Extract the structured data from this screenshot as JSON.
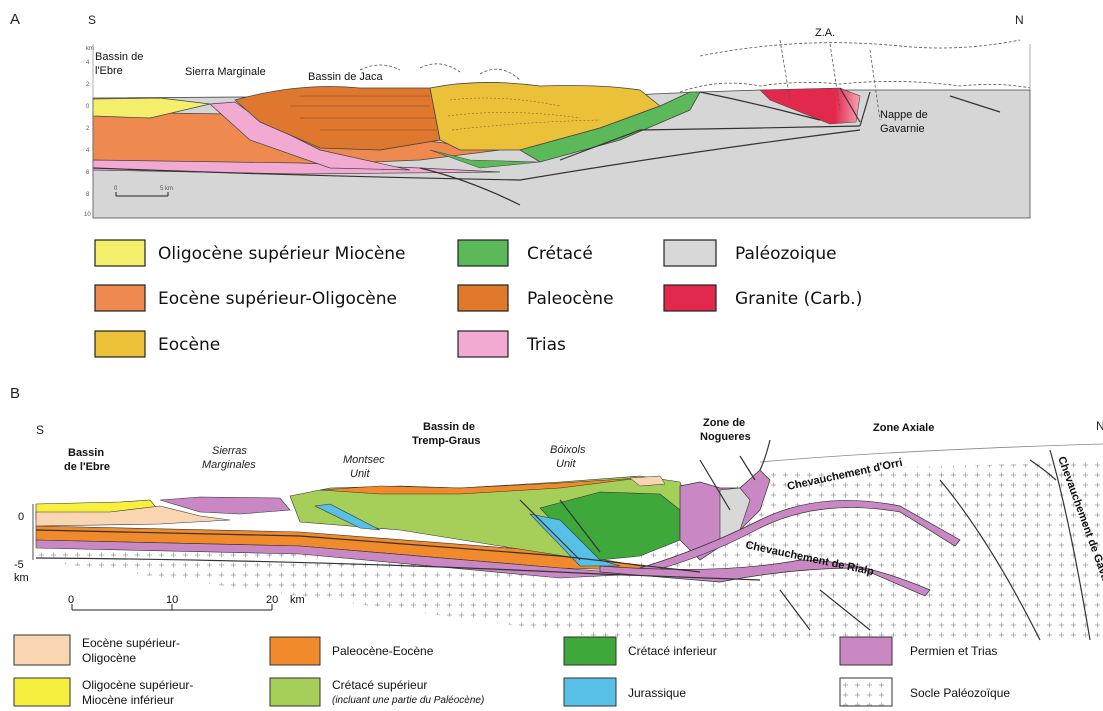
{
  "panelA": {
    "letter": "A",
    "south": "S",
    "north": "N",
    "labels": {
      "bassin_ebre_1": "Bassin de",
      "bassin_ebre_2": "l'Ebre",
      "sierra": "Sierra Marginale",
      "jaca": "Bassin de Jaca",
      "za": "Z.A.",
      "nappe_1": "Nappe de",
      "nappe_2": "Gavarnie"
    },
    "axis_unit": "km",
    "left_ticks": [
      "4",
      "2",
      "0",
      "2",
      "4",
      "6",
      "8",
      "10"
    ],
    "scale": {
      "zero": "0",
      "five": "5 km"
    },
    "legend": [
      {
        "label": "Oligocène supérieur Miocène",
        "color": "#f4ef6a"
      },
      {
        "label": "Eocène supérieur-Oligocène",
        "color": "#ee8a4f"
      },
      {
        "label": "Eocène",
        "color": "#ecc13a"
      },
      {
        "label": "Crétacé",
        "color": "#5cb95a"
      },
      {
        "label": "Paleocène",
        "color": "#e07a2a"
      },
      {
        "label": "Trias",
        "color": "#f2aad2"
      },
      {
        "label": "Paléozoique",
        "color": "#d8d8d8"
      },
      {
        "label": "Granite (Carb.)",
        "color": "#e3284d"
      }
    ]
  },
  "panelB": {
    "letter": "B",
    "south": "S",
    "north": "N",
    "labels": {
      "ebre_1": "Bassin",
      "ebre_2": "de l'Ebre",
      "sierras_1": "Sierras",
      "sierras_2": "Marginales",
      "montsec_1": "Montsec",
      "montsec_2": "Unit",
      "tremp_1": "Bassin de",
      "tremp_2": "Tremp-Graus",
      "boixols_1": "Bóixols",
      "boixols_2": "Unit",
      "nogueres_1": "Zone de",
      "nogueres_2": "Nogueres",
      "axiale": "Zone Axiale",
      "orri": "Chevauchement d'Orri",
      "rialp": "Chevauchement de Rialp",
      "gavarnie": "Chevauchement de Gavarnie"
    },
    "depth_ticks": [
      "0",
      "-5",
      "km"
    ],
    "scale": [
      "0",
      "10",
      "20",
      "km"
    ],
    "legend": [
      {
        "label": "Eocène supérieur-",
        "label2": "Oligocène",
        "color": "#f9d6b1"
      },
      {
        "label": "Oligocène supérieur-",
        "label2": "Miocène inférieur",
        "color": "#f7ef3e"
      },
      {
        "label": "Paleocène-Eocène",
        "label2": "",
        "color": "#f08a2b"
      },
      {
        "label": "Crétacé supérieur",
        "label2": "(incluant une partie du Paléocène)",
        "color": "#a6cf59"
      },
      {
        "label": "Crétacé inferieur",
        "label2": "",
        "color": "#3ea83a"
      },
      {
        "label": "Jurassique",
        "label2": "",
        "color": "#57c0e6"
      },
      {
        "label": "Permien et Trias",
        "label2": "",
        "color": "#c988c4"
      },
      {
        "label": "Socle Paléozoïque",
        "label2": "",
        "color": "#ffffff"
      }
    ]
  }
}
